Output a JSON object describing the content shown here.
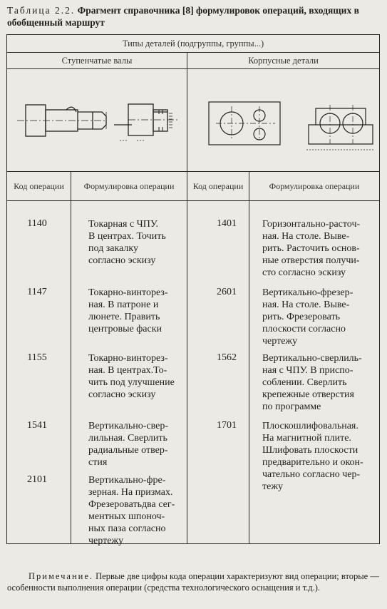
{
  "caption": {
    "number": "Таблица 2.2.",
    "title": "Фрагмент справочника [8] формулировок операций, входящих в обобщенный маршрут"
  },
  "table": {
    "group_header": "Типы деталей (подгруппы, группы...)",
    "left_group": "Ступенчатые валы",
    "right_group": "Корпусные детали",
    "col_code": "Код операции",
    "col_formulation": "Формулировка операции",
    "col_code2": "Код операции",
    "col_formulation2": "Формулировка операции",
    "left_rows": [
      {
        "code": "1140",
        "text": [
          "Токарная с ЧПУ.",
          "В центрах. Точить",
          "под закалку",
          "согласно эскизу"
        ]
      },
      {
        "code": "1147",
        "text": [
          "Токарно-винторез-",
          "ная. В патроне и",
          "люнете. Править",
          "центровые фаски"
        ]
      },
      {
        "code": "1155",
        "text": [
          "Токарно-винторез-",
          "ная. В центрах.То-",
          "чить под улучшение",
          "согласно эскизу"
        ]
      },
      {
        "code": "1541",
        "text": [
          "Вертикально-свер-",
          "лильная. Сверлить",
          "радиальные отвер-",
          "стия"
        ]
      },
      {
        "code": "2101",
        "text": [
          "Вертикально-фре-",
          "зерная. На призмах.",
          "Фрезероватьдва сег-",
          "ментных шпоноч-",
          "ных паза согласно",
          "чертежу"
        ]
      }
    ],
    "right_rows": [
      {
        "code": "1401",
        "text": [
          "Горизонтально-расточ-",
          "ная. На столе. Выве-",
          "рить. Расточить основ-",
          "ные отверстия получи-",
          "сто согласно эскизу"
        ]
      },
      {
        "code": "2601",
        "text": [
          "Вертикально-фрезер-",
          "ная. На столе. Выве-",
          "рить. Фрезеровать",
          "плоскости согласно",
          "чертежу"
        ]
      },
      {
        "code": "1562",
        "text": [
          "Вертикально-сверлиль-",
          "ная с ЧПУ. В приспо-",
          "соблении. Сверлить",
          "крепежные отверстия",
          "по программе"
        ]
      },
      {
        "code": "1701",
        "text": [
          "Плоскошлифовальная.",
          "На магнитной плите.",
          "Шлифовать плоскости",
          "предварительно и окон-",
          "чательно согласно чер-",
          "тежу"
        ]
      }
    ]
  },
  "note": {
    "label": "Примечание.",
    "text": "Первые две цифры кода операции характеризуют вид операции; вторые — особенности выполнения операции (средства технологического оснащения и т.д.)."
  }
}
